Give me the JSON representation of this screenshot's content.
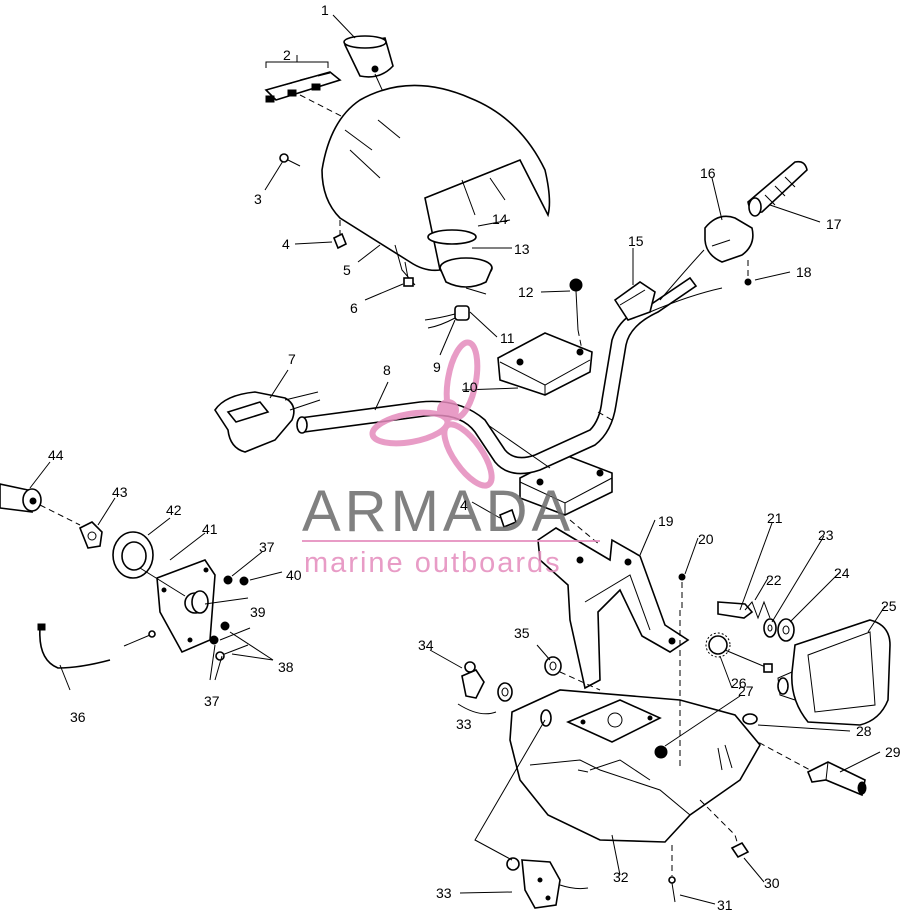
{
  "watermark": {
    "brand": "ARMADA",
    "tagline": "marine outboards",
    "brand_color": "#6b6b6b",
    "logo_color": "#e48bbd"
  },
  "callouts": [
    {
      "id": "c1",
      "text": "1"
    },
    {
      "id": "c2",
      "text": "2"
    },
    {
      "id": "c3",
      "text": "3"
    },
    {
      "id": "c4a",
      "text": "4"
    },
    {
      "id": "c5",
      "text": "5"
    },
    {
      "id": "c6",
      "text": "6"
    },
    {
      "id": "c7",
      "text": "7"
    },
    {
      "id": "c8",
      "text": "8"
    },
    {
      "id": "c9",
      "text": "9"
    },
    {
      "id": "c10",
      "text": "10"
    },
    {
      "id": "c11",
      "text": "11"
    },
    {
      "id": "c12",
      "text": "12"
    },
    {
      "id": "c13",
      "text": "13"
    },
    {
      "id": "c14",
      "text": "14"
    },
    {
      "id": "c15",
      "text": "15"
    },
    {
      "id": "c16",
      "text": "16"
    },
    {
      "id": "c17",
      "text": "17"
    },
    {
      "id": "c18",
      "text": "18"
    },
    {
      "id": "c4b",
      "text": "4"
    },
    {
      "id": "c19",
      "text": "19"
    },
    {
      "id": "c20",
      "text": "20"
    },
    {
      "id": "c21",
      "text": "21"
    },
    {
      "id": "c22",
      "text": "22"
    },
    {
      "id": "c23",
      "text": "23"
    },
    {
      "id": "c24",
      "text": "24"
    },
    {
      "id": "c25",
      "text": "25"
    },
    {
      "id": "c26",
      "text": "26"
    },
    {
      "id": "c27",
      "text": "27"
    },
    {
      "id": "c28",
      "text": "28"
    },
    {
      "id": "c29",
      "text": "29"
    },
    {
      "id": "c30",
      "text": "30"
    },
    {
      "id": "c31",
      "text": "31"
    },
    {
      "id": "c32",
      "text": "32"
    },
    {
      "id": "c33a",
      "text": "33"
    },
    {
      "id": "c33b",
      "text": "33"
    },
    {
      "id": "c34",
      "text": "34"
    },
    {
      "id": "c35",
      "text": "35"
    },
    {
      "id": "c36",
      "text": "36"
    },
    {
      "id": "c37a",
      "text": "37"
    },
    {
      "id": "c37b",
      "text": "37"
    },
    {
      "id": "c38",
      "text": "38"
    },
    {
      "id": "c39",
      "text": "39"
    },
    {
      "id": "c40",
      "text": "40"
    },
    {
      "id": "c41",
      "text": "41"
    },
    {
      "id": "c42",
      "text": "42"
    },
    {
      "id": "c43",
      "text": "43"
    },
    {
      "id": "c44",
      "text": "44"
    }
  ]
}
